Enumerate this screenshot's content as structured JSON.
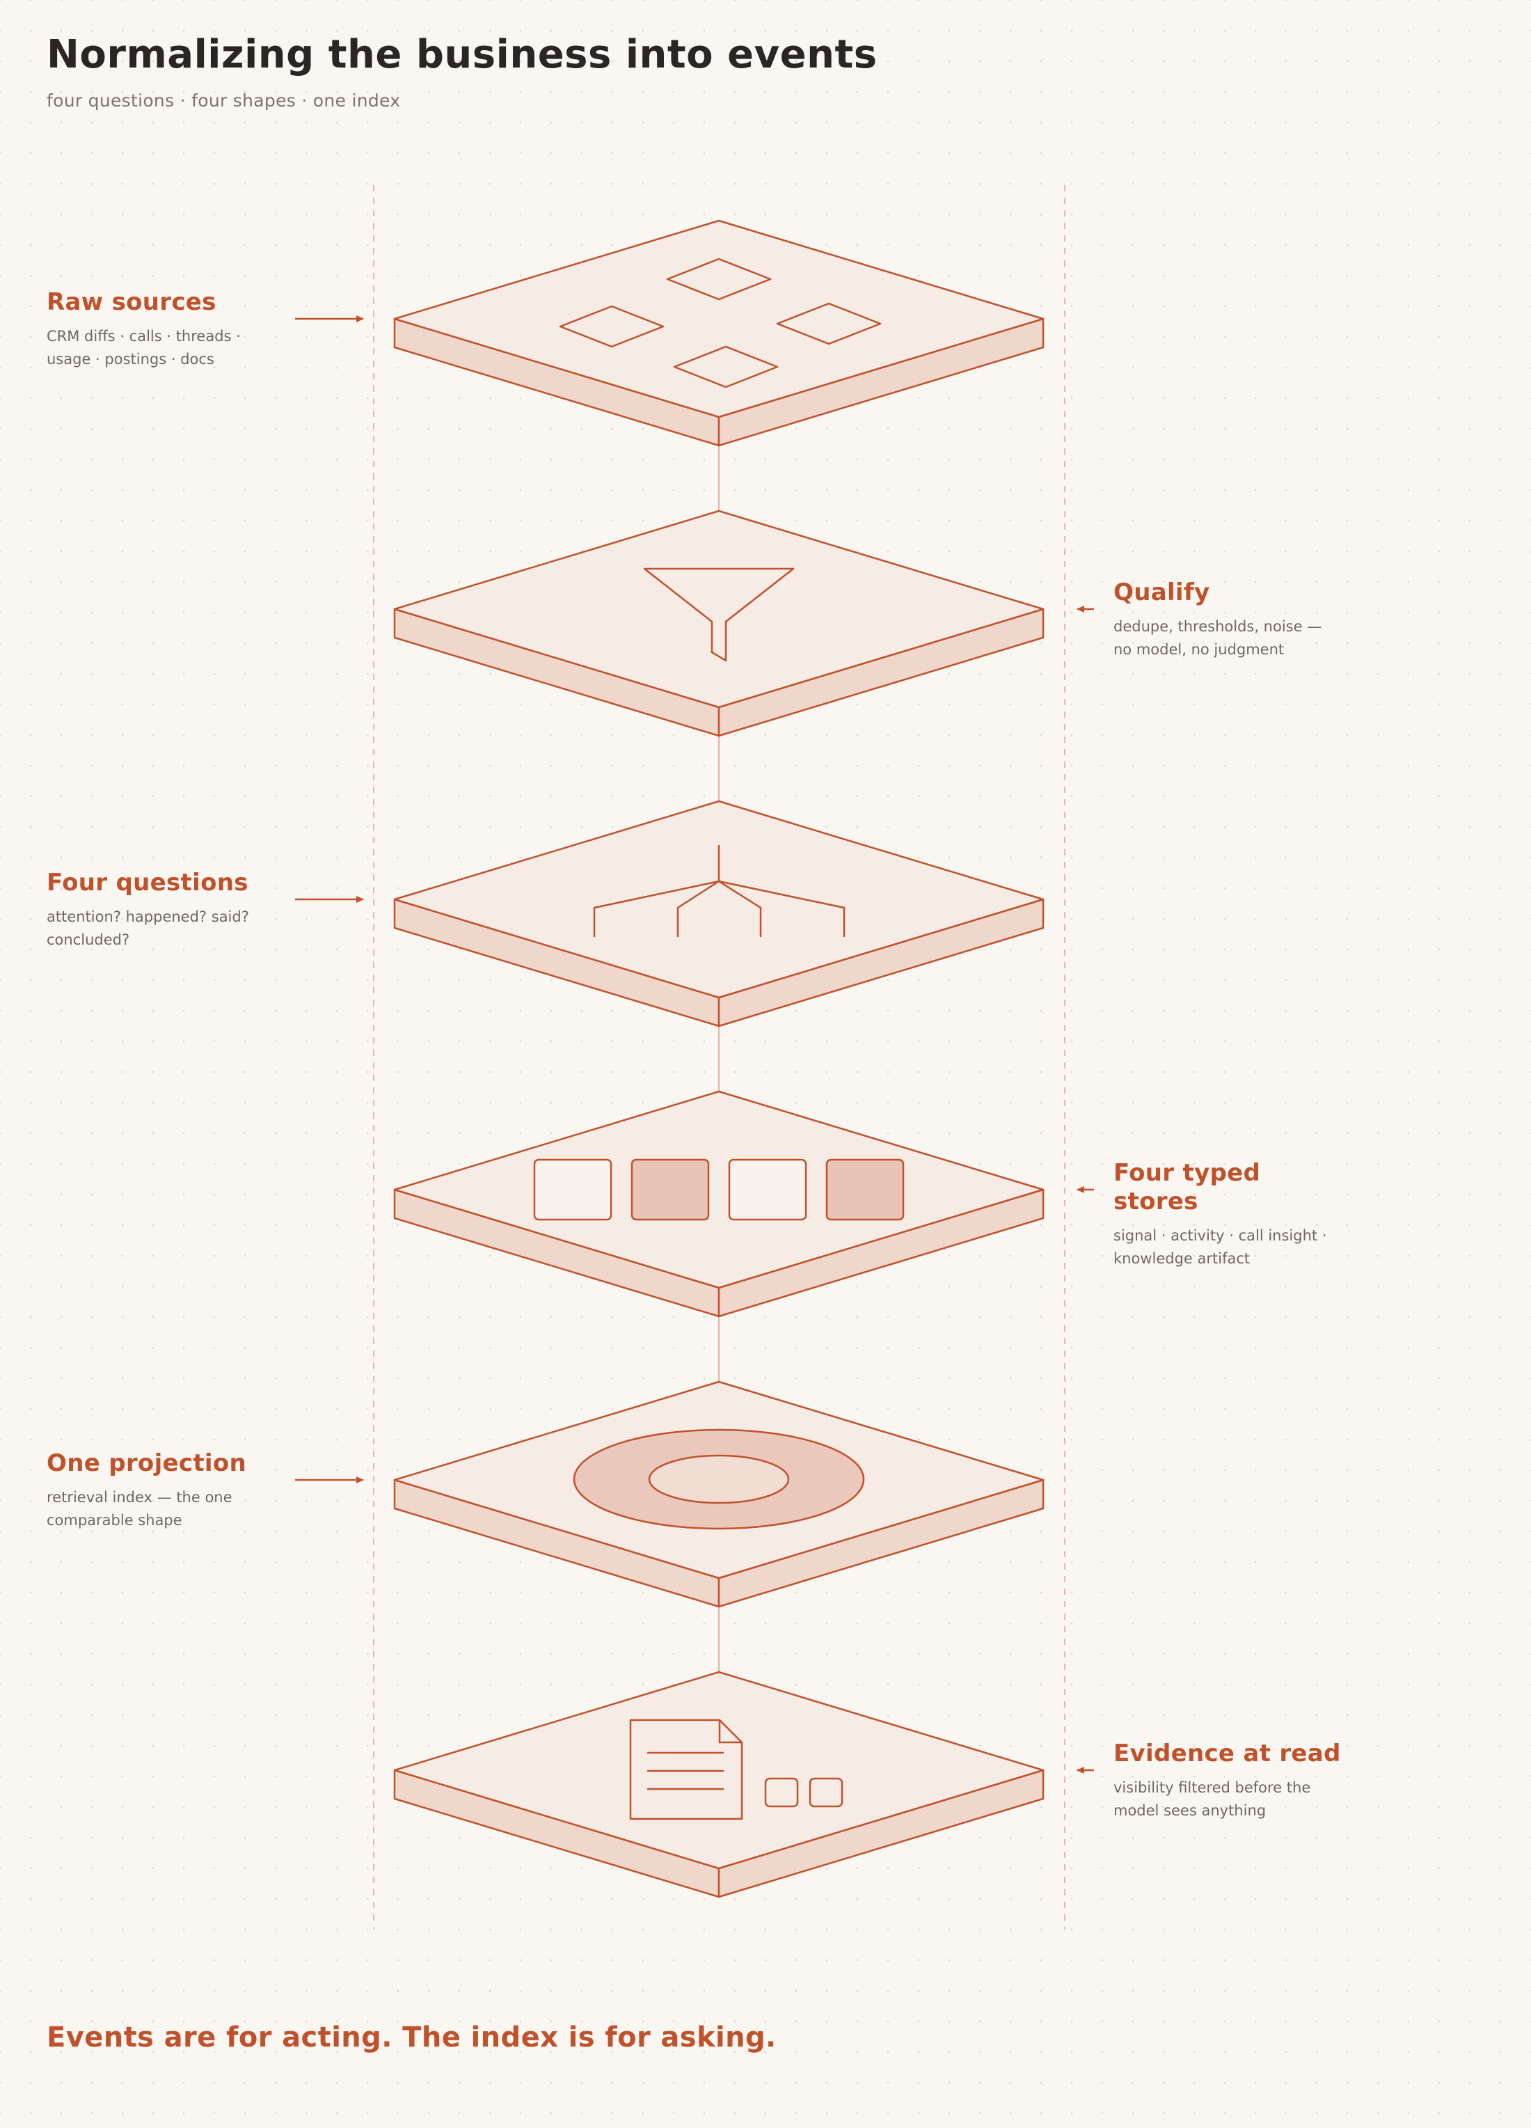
{
  "title": "Normalizing the business into events",
  "subtitle": "four questions · four shapes · one index",
  "layers": [
    {
      "id": "raw-sources",
      "title": "Raw sources",
      "desc": "CRM diffs · calls · threads · usage · postings · docs",
      "side": "left",
      "icon": "scattered-diamonds-icon"
    },
    {
      "id": "qualify",
      "title": "Qualify",
      "desc": "dedupe, thresholds, noise — no model, no judgment",
      "side": "right",
      "icon": "funnel-icon"
    },
    {
      "id": "four-questions",
      "title": "Four questions",
      "desc": "attention? happened? said? concluded?",
      "side": "left",
      "icon": "branching-tree-icon"
    },
    {
      "id": "four-typed-stores",
      "title": "Four typed stores",
      "desc": "signal · activity · call insight · knowledge artifact",
      "side": "right",
      "icon": "four-boxes-icon"
    },
    {
      "id": "one-projection",
      "title": "One projection",
      "desc": "retrieval index — the one comparable shape",
      "side": "left",
      "icon": "concentric-ellipse-icon"
    },
    {
      "id": "evidence-at-read",
      "title": "Evidence at read",
      "desc": "visibility filtered before the model sees anything",
      "side": "right",
      "icon": "document-icon"
    }
  ],
  "footer": "Events are for acting. The index is for asking.",
  "colors": {
    "accent": "#c0522b",
    "plate_top": "#f6ebe5",
    "plate_side": "#f0d7cc",
    "fill_strong": "#e8c3b6",
    "background": "#faf7f3",
    "text_dark": "#2b2623",
    "text_muted": "#6f6761"
  }
}
